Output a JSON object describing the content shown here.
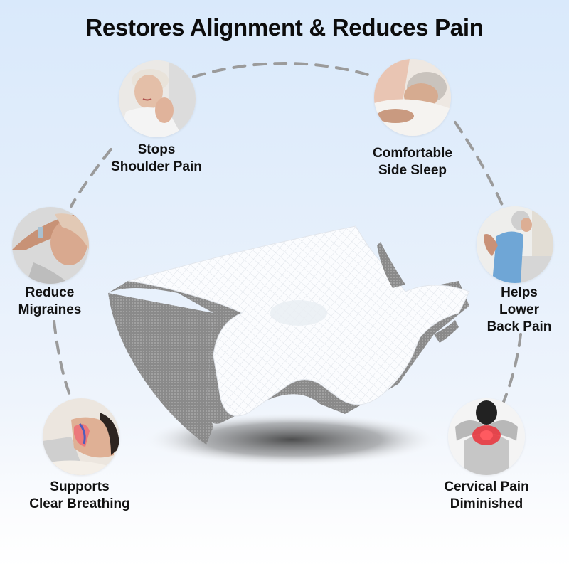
{
  "header": {
    "title": "Restores Alignment & Reduces Pain"
  },
  "features": [
    {
      "id": "shoulder",
      "label": "Stops\nShoulder Pain",
      "icon": "woman-holding-shoulder-photo"
    },
    {
      "id": "side-sleep",
      "label": "Comfortable\nSide Sleep",
      "icon": "woman-sleeping-on-pillow-photo"
    },
    {
      "id": "migraines",
      "label": "Reduce\nMigraines",
      "icon": "man-holding-forehead-photo"
    },
    {
      "id": "back-pain",
      "label": "Helps\nLower\nBack Pain",
      "icon": "woman-holding-lower-back-photo"
    },
    {
      "id": "breathing",
      "label": "Supports\nClear Breathing",
      "icon": "man-sleeping-airway-photo"
    },
    {
      "id": "cervical",
      "label": "Cervical Pain\nDiminished",
      "icon": "man-neck-pain-highlight-photo"
    }
  ],
  "product": {
    "name": "cervical-contour-memory-foam-pillow",
    "colors": {
      "top": "#f7f9fc",
      "side": "#8a8a8a"
    }
  },
  "colors": {
    "background_top": "#d9e9fb",
    "background_bottom": "#ffffff",
    "dash": "#9a9a9a",
    "text": "#111111",
    "pain_highlight": "#e8323a"
  }
}
